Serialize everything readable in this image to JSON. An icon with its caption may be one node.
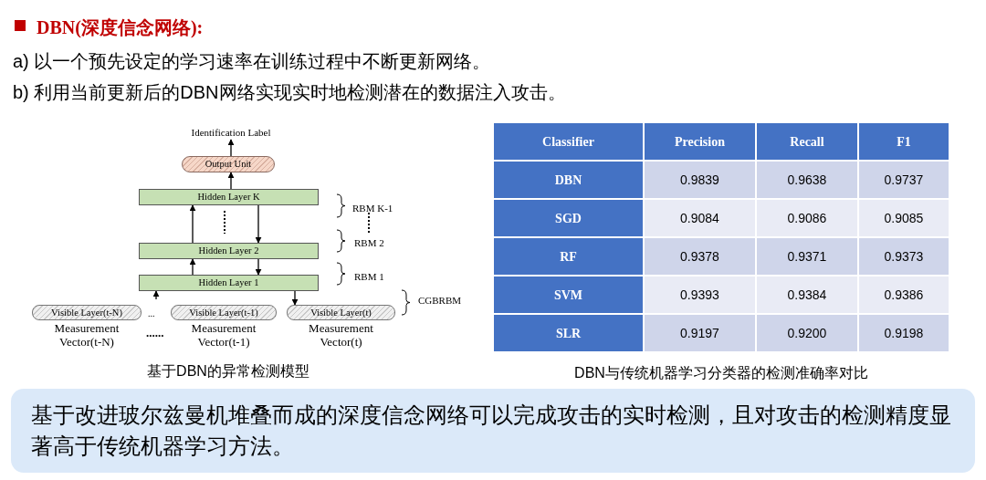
{
  "diagram": {
    "title": "DBN(深度信念网络):",
    "caption": "基于改进玻尔兹曼机堆叠而成的深度信念网络可以完成攻击的实时检测，且对攻击的检测精度显著高于传统机器学习方法。",
    "nodes": [
      {
        "text": [
          "Identification Label"
        ]
      },
      {
        "text": [
          "Output Unit"
        ]
      },
      {
        "text": [
          "Hidden Layer K"
        ]
      },
      {
        "text": [
          "Hidden Layer 2"
        ]
      },
      {
        "text": [
          "Hidden Layer 1"
        ]
      },
      {
        "text": [
          "Visible Layer(t-N)"
        ],
        "beside": [
          "Measurement Vector(t-N)"
        ]
      },
      {
        "text": [
          "Visible Layer(t-1)"
        ],
        "beside": [
          "Measurement Vector(t-1)"
        ]
      },
      {
        "text": [
          "Visible Layer(t)"
        ],
        "beside": [
          "Measurement Vector(t)"
        ]
      }
    ],
    "edges": [
      {
        "from": 1,
        "to": 0,
        "arrow": "to"
      },
      {
        "from": 2,
        "to": 1,
        "arrow": "to"
      },
      {
        "from": 3,
        "to": 2,
        "arrow": "to"
      },
      {
        "from": 2,
        "to": 3,
        "arrow": "to"
      },
      {
        "from": 4,
        "to": 3,
        "arrow": "to"
      },
      {
        "from": 3,
        "to": 4,
        "arrow": "to"
      },
      {
        "from": null,
        "to": 4,
        "arrow": "to"
      },
      {
        "from": 4,
        "to": 7,
        "arrow": "to"
      }
    ],
    "labels": [
      "a)  以一个预先设定的学习速率在训练过程中不断更新网络。",
      "b)  利用当前更新后的DBN网络实现实时地检测潜在的数据注入攻击。",
      "RBM K-1",
      "RBM 2",
      "RBM 1",
      "CGBRBM",
      "...",
      "......",
      "基于DBN的异常检测模型",
      "Classifier",
      "Precision",
      "Recall",
      "F1",
      "DBN",
      "0.9839",
      "0.9638",
      "0.9737",
      "SGD",
      "0.9084",
      "0.9086",
      "0.9085",
      "RF",
      "0.9378",
      "0.9371",
      "0.9373",
      "SVM",
      "0.9393",
      "0.9384",
      "0.9386",
      "SLR",
      "0.9197",
      "0.9200",
      "0.9198",
      "DBN与传统机器学习分类器的检测准确率对比"
    ]
  }
}
